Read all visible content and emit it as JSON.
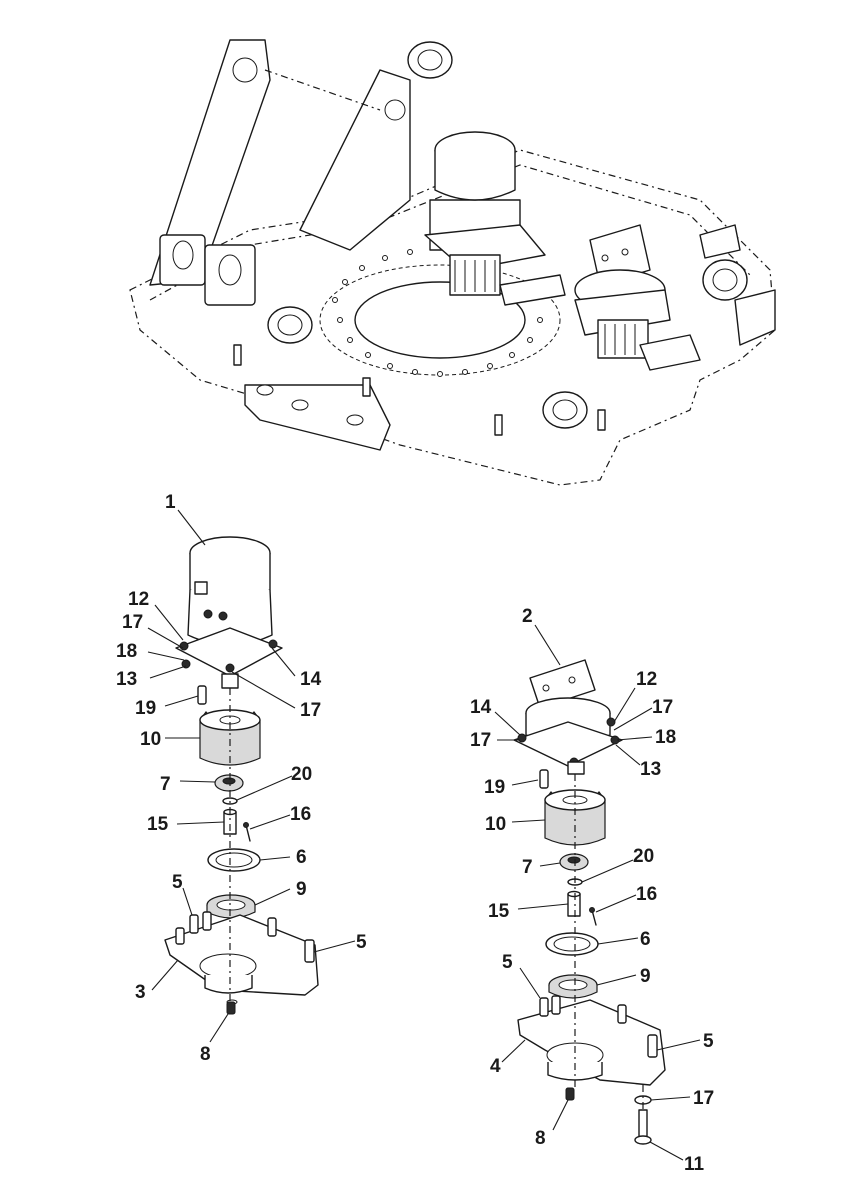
{
  "callouts_left": {
    "c1": "1",
    "c12": "12",
    "c17a": "17",
    "c18": "18",
    "c13": "13",
    "c14": "14",
    "c17b": "17",
    "c19": "19",
    "c10": "10",
    "c7": "7",
    "c20": "20",
    "c15": "15",
    "c16": "16",
    "c6": "6",
    "c5a": "5",
    "c9": "9",
    "c5b": "5",
    "c3": "3",
    "c8": "8"
  },
  "callouts_right": {
    "c2": "2",
    "c12": "12",
    "c14": "14",
    "c17a": "17",
    "c17b": "17",
    "c18": "18",
    "c13": "13",
    "c19": "19",
    "c10": "10",
    "c7": "7",
    "c20": "20",
    "c16": "16",
    "c15": "15",
    "c6": "6",
    "c5a": "5",
    "c9": "9",
    "c4": "4",
    "c5b": "5",
    "c17c": "17",
    "c8": "8",
    "c11": "11"
  }
}
